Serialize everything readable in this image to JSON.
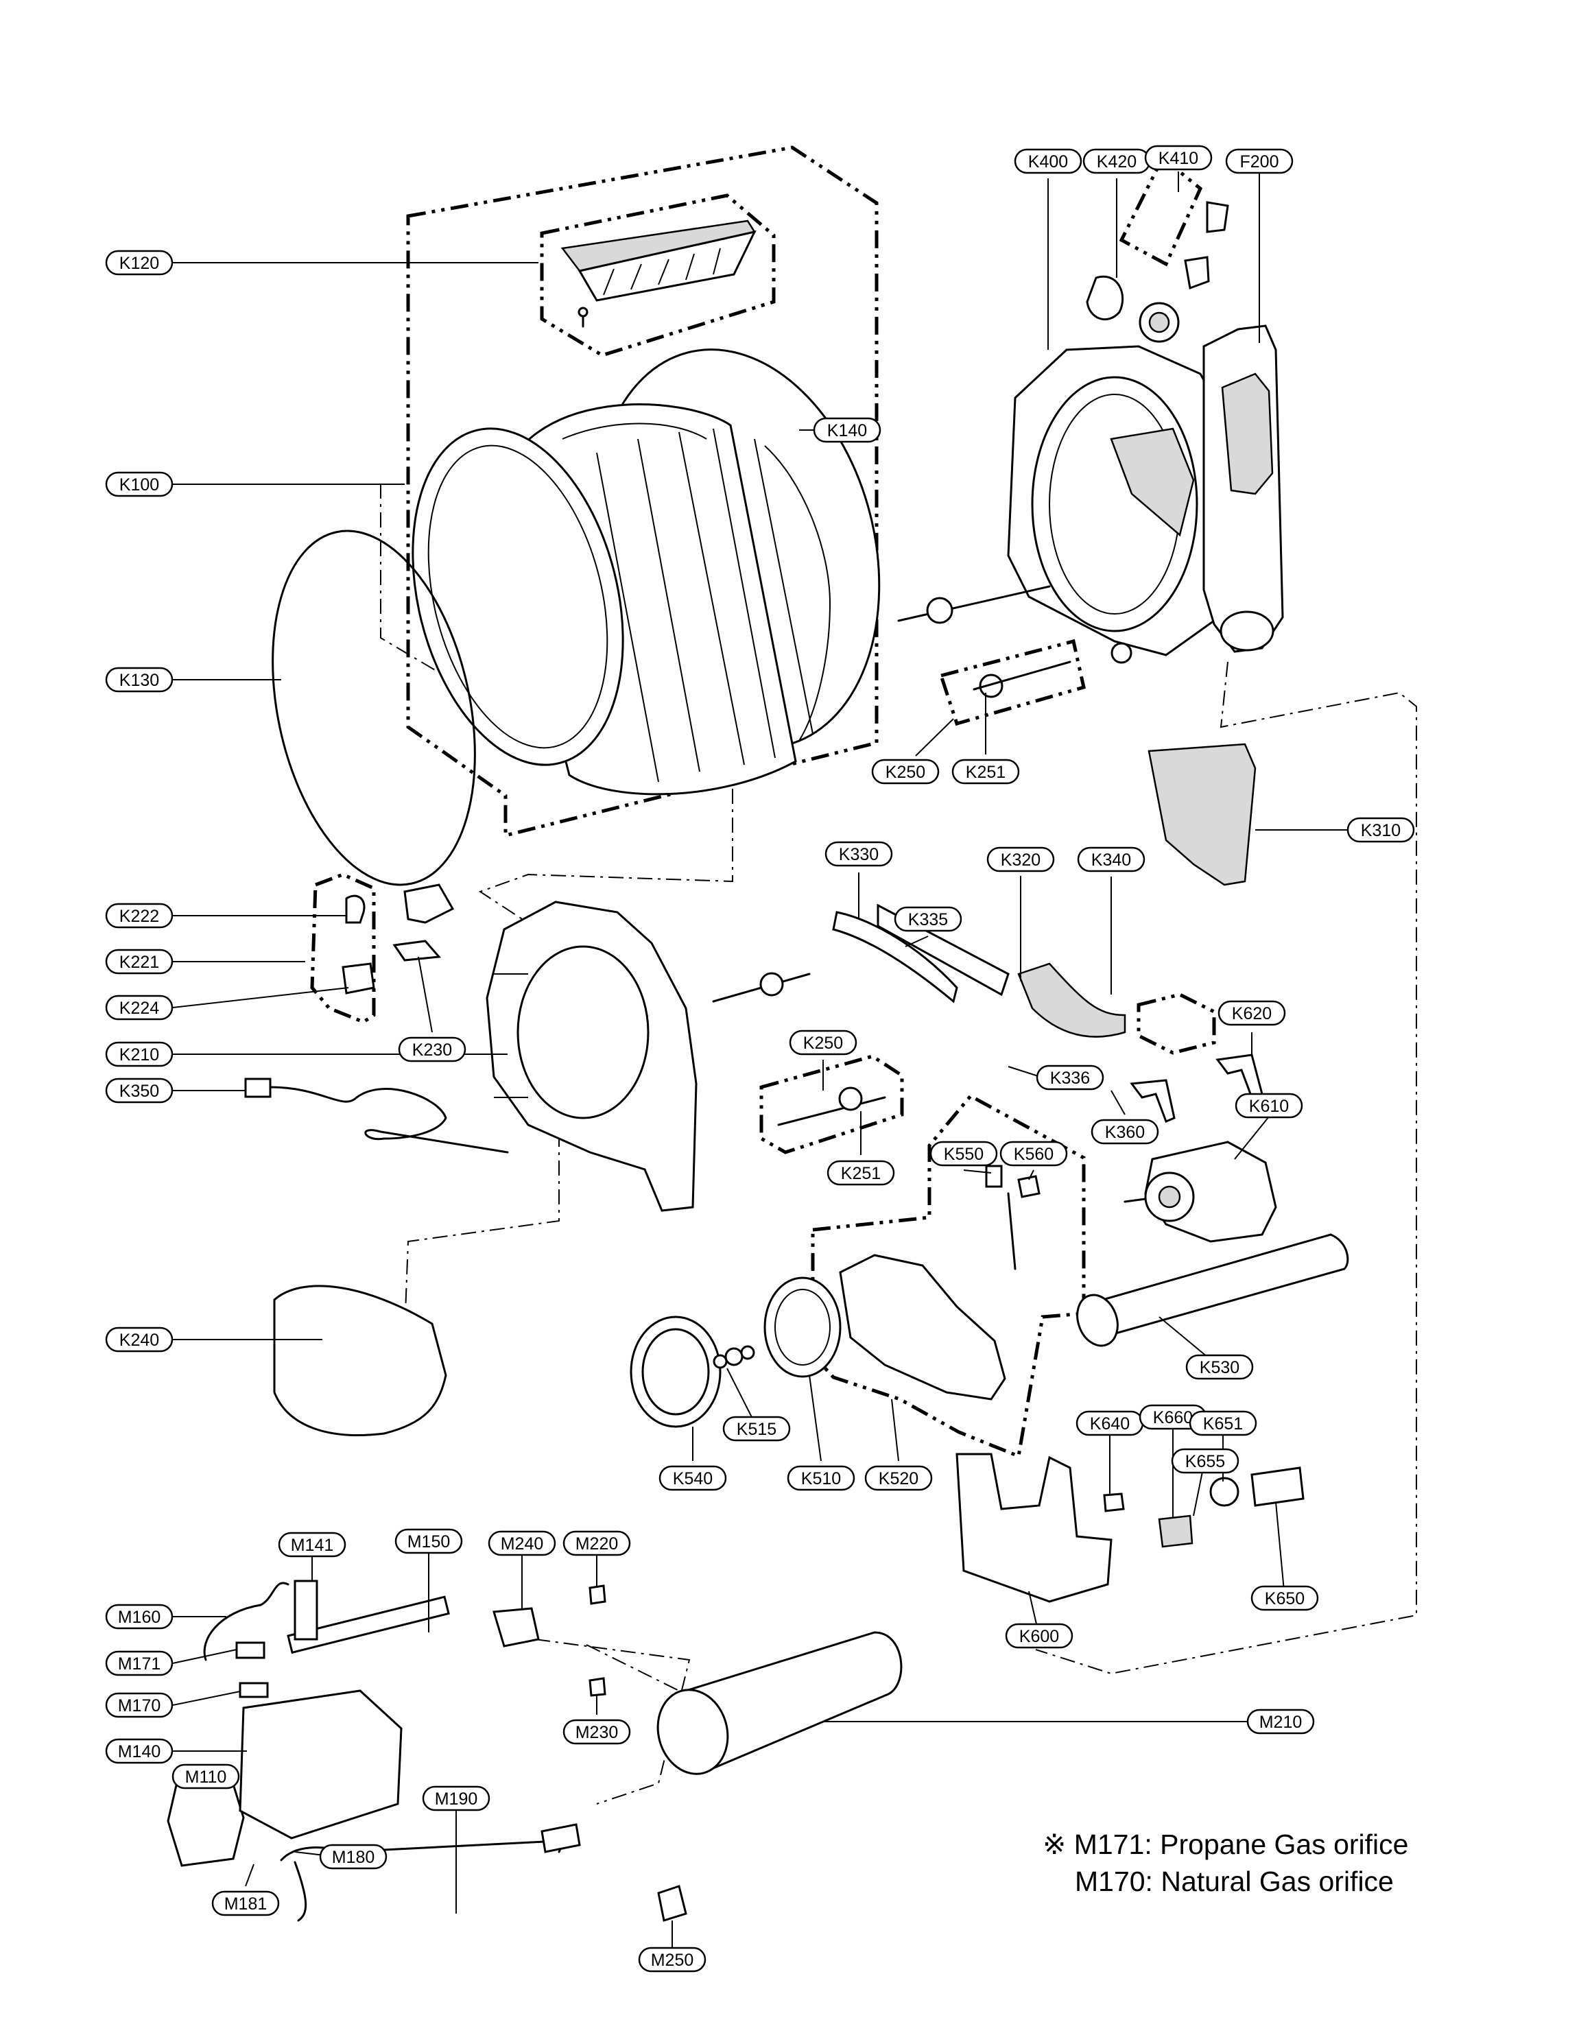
{
  "callouts": [
    {
      "id": "K120",
      "label": "K120"
    },
    {
      "id": "K100",
      "label": "K100"
    },
    {
      "id": "K140",
      "label": "K140"
    },
    {
      "id": "K130",
      "label": "K130"
    },
    {
      "id": "K400",
      "label": "K400"
    },
    {
      "id": "K420",
      "label": "K420"
    },
    {
      "id": "K410",
      "label": "K410"
    },
    {
      "id": "F200",
      "label": "F200"
    },
    {
      "id": "K250a",
      "label": "K250"
    },
    {
      "id": "K251a",
      "label": "K251"
    },
    {
      "id": "K310",
      "label": "K310"
    },
    {
      "id": "K330",
      "label": "K330"
    },
    {
      "id": "K335",
      "label": "K335"
    },
    {
      "id": "K320",
      "label": "K320"
    },
    {
      "id": "K340",
      "label": "K340"
    },
    {
      "id": "K620",
      "label": "K620"
    },
    {
      "id": "K222",
      "label": "K222"
    },
    {
      "id": "K221",
      "label": "K221"
    },
    {
      "id": "K224",
      "label": "K224"
    },
    {
      "id": "K230",
      "label": "K230"
    },
    {
      "id": "K210",
      "label": "K210"
    },
    {
      "id": "K250b",
      "label": "K250"
    },
    {
      "id": "K336",
      "label": "K336"
    },
    {
      "id": "K360",
      "label": "K360"
    },
    {
      "id": "K350",
      "label": "K350"
    },
    {
      "id": "K251b",
      "label": "K251"
    },
    {
      "id": "K550",
      "label": "K550"
    },
    {
      "id": "K560",
      "label": "K560"
    },
    {
      "id": "K610",
      "label": "K610"
    },
    {
      "id": "K240",
      "label": "K240"
    },
    {
      "id": "K530",
      "label": "K530"
    },
    {
      "id": "K515",
      "label": "K515"
    },
    {
      "id": "K540",
      "label": "K540"
    },
    {
      "id": "K510",
      "label": "K510"
    },
    {
      "id": "K520",
      "label": "K520"
    },
    {
      "id": "K640",
      "label": "K640"
    },
    {
      "id": "K660",
      "label": "K660"
    },
    {
      "id": "K651",
      "label": "K651"
    },
    {
      "id": "K655",
      "label": "K655"
    },
    {
      "id": "K650",
      "label": "K650"
    },
    {
      "id": "K600",
      "label": "K600"
    },
    {
      "id": "M141",
      "label": "M141"
    },
    {
      "id": "M150",
      "label": "M150"
    },
    {
      "id": "M240",
      "label": "M240"
    },
    {
      "id": "M220",
      "label": "M220"
    },
    {
      "id": "M160",
      "label": "M160"
    },
    {
      "id": "M171",
      "label": "M171"
    },
    {
      "id": "M170",
      "label": "M170"
    },
    {
      "id": "M140",
      "label": "M140"
    },
    {
      "id": "M230",
      "label": "M230"
    },
    {
      "id": "M210",
      "label": "M210"
    },
    {
      "id": "M110",
      "label": "M110"
    },
    {
      "id": "M190",
      "label": "M190"
    },
    {
      "id": "M180",
      "label": "M180"
    },
    {
      "id": "M181",
      "label": "M181"
    },
    {
      "id": "M250",
      "label": "M250"
    }
  ],
  "notes": {
    "symbol": "※",
    "line1": "M171: Propane Gas orifice",
    "line2": "M170: Natural Gas orifice"
  }
}
